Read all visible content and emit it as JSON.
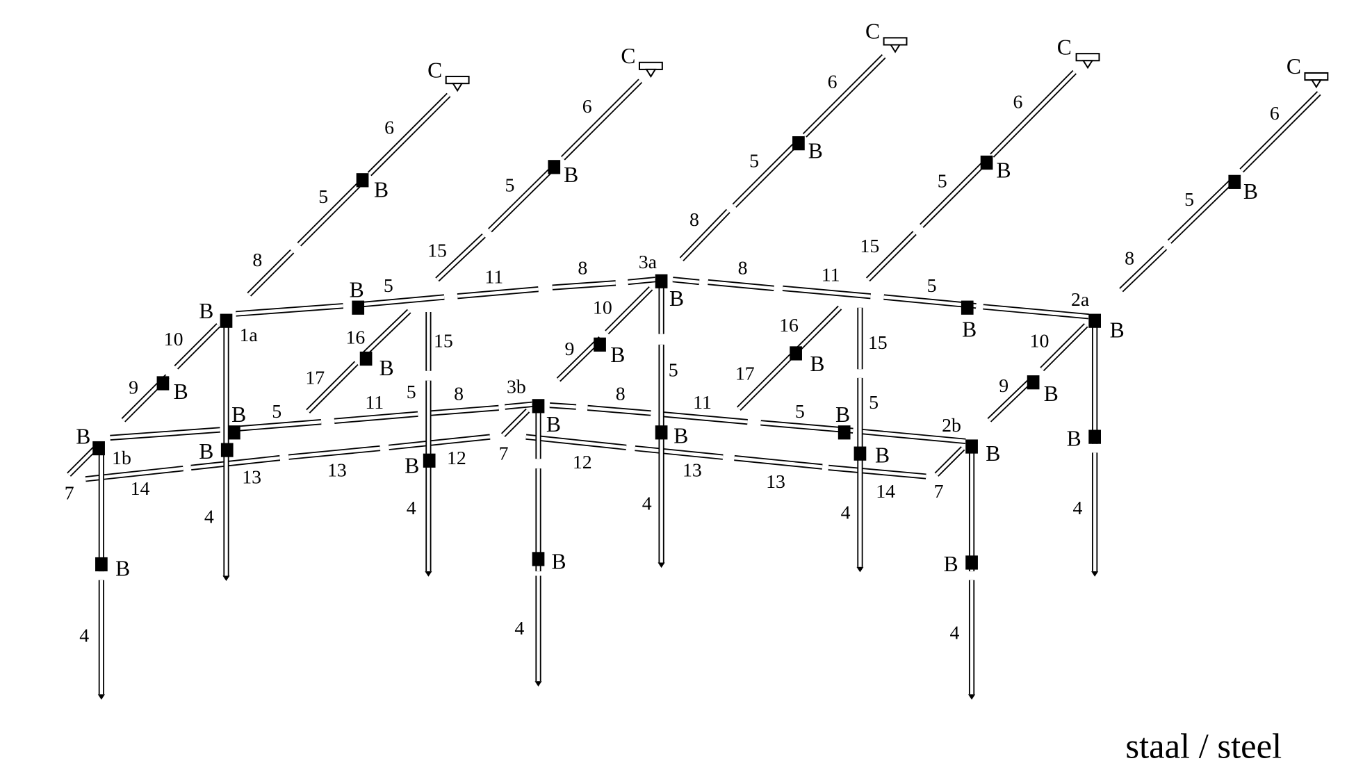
{
  "caption": "staal / steel",
  "colors": {
    "line": "#000000",
    "background": "#ffffff"
  },
  "labels": [
    "C",
    "C",
    "C",
    "C",
    "C",
    "6",
    "6",
    "6",
    "6",
    "6",
    "5",
    "5",
    "5",
    "5",
    "5",
    "B",
    "B",
    "B",
    "B",
    "B",
    "8",
    "8",
    "8",
    "15",
    "15",
    "3a",
    "2a",
    "1a",
    "1b",
    "3b",
    "2b",
    "B",
    "B",
    "B",
    "10",
    "10",
    "10",
    "9",
    "9",
    "9",
    "B",
    "B",
    "B",
    "B",
    "B",
    "B",
    "7",
    "7",
    "7",
    "B",
    "5",
    "11",
    "8",
    "8",
    "11",
    "5",
    "B",
    "16",
    "B",
    "17",
    "16",
    "B",
    "17",
    "15",
    "15",
    "5",
    "5",
    "5",
    "B",
    "5",
    "11",
    "8",
    "8",
    "11",
    "5",
    "B",
    "B",
    "B",
    "12",
    "14",
    "13",
    "13",
    "12",
    "13",
    "13",
    "14",
    "B",
    "B",
    "B",
    "4",
    "4",
    "4",
    "4",
    "4",
    "4",
    "4",
    "4",
    "B",
    "B",
    "B"
  ]
}
